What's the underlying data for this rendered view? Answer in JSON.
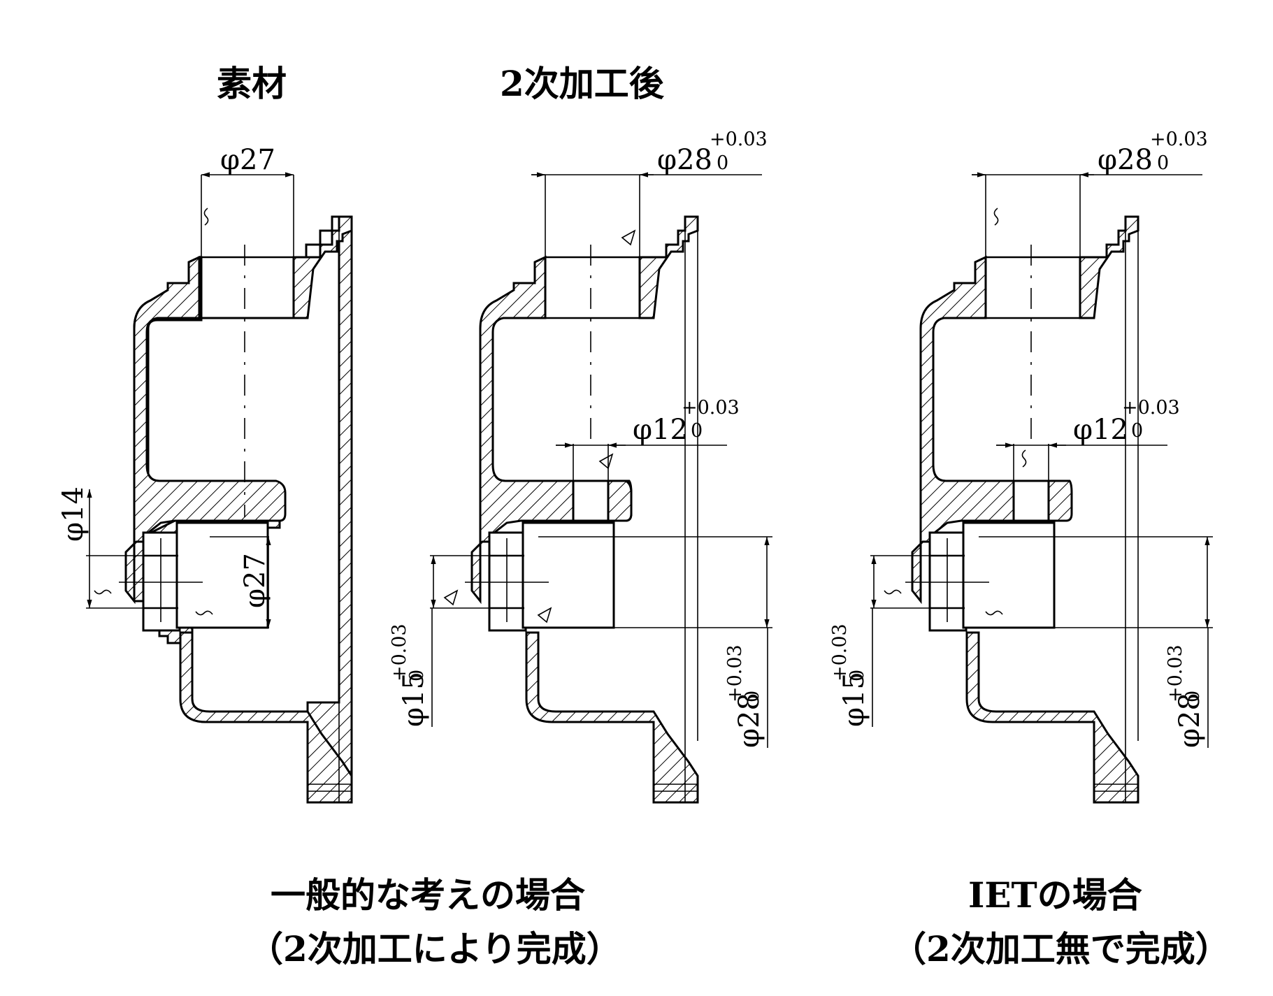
{
  "headers": {
    "material": "素材",
    "after_secondary": "2次加工後"
  },
  "captions": {
    "general_line1": "一般的な考えの場合",
    "general_line2": "（2次加工により完成）",
    "iet_line1": "IETの場合",
    "iet_line2": "（2次加工無で完成）"
  },
  "dimensions": {
    "raw_bore_top": "φ27",
    "raw_small_bore": "φ14",
    "raw_bore_bottom": "φ27",
    "fin_bore_top": "φ28",
    "fin_mid_hole": "φ12",
    "fin_small_bore": "φ15",
    "fin_bore_bottom": "φ28",
    "iet_bore_top": "φ28",
    "iet_mid_hole": "φ12",
    "iet_small_bore": "φ15",
    "iet_bore_bottom": "φ28",
    "tol_upper": "+0.03",
    "tol_lower": "0"
  }
}
